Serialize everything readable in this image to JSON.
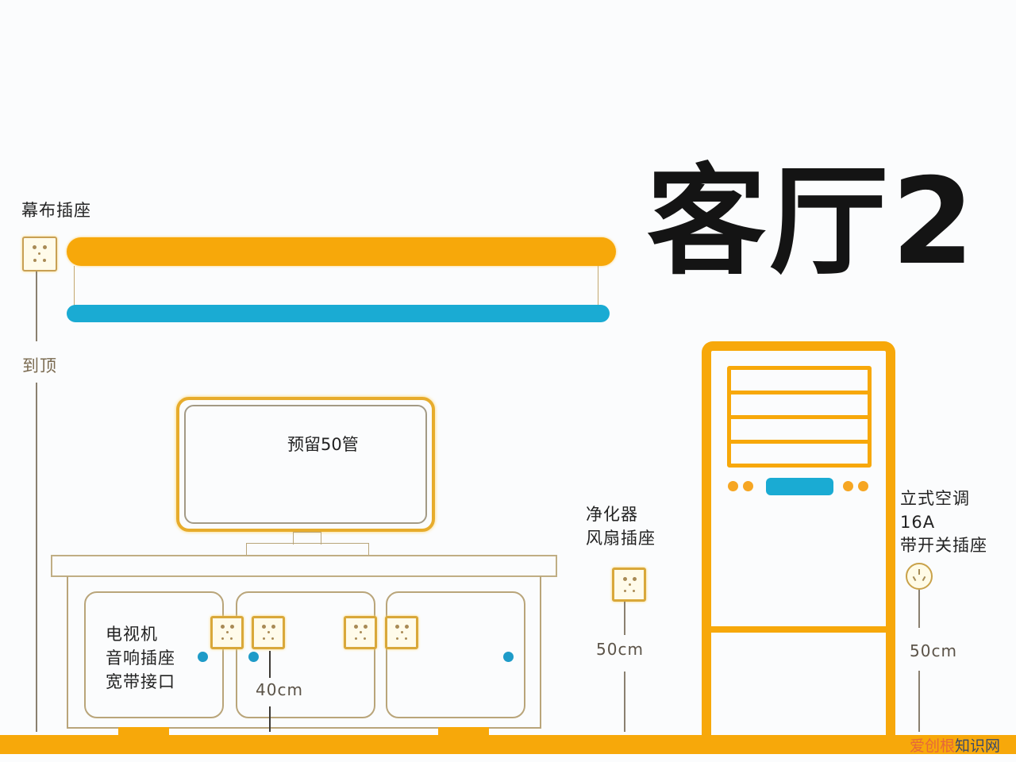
{
  "title": "客厅2",
  "colors": {
    "accent_orange": "#f7a80a",
    "accent_teal": "#1aabd3",
    "outline": "#b9a57a",
    "text": "#1e1e1e",
    "background": "#fbfcfd"
  },
  "screen_socket": {
    "label": "幕布插座",
    "height_label": "到顶",
    "icon": "five-hole-socket"
  },
  "curtain": {
    "top_bar": "orange-rail",
    "bottom_bar": "teal-rail"
  },
  "tv": {
    "label": "预留50管"
  },
  "tv_cabinet": {
    "label_lines": [
      "电视机",
      "音响插座",
      "宽带接口"
    ],
    "height_label": "40cm",
    "sockets": [
      "five-hole-socket",
      "five-hole-socket",
      "five-hole-socket",
      "five-hole-socket"
    ],
    "network_ports": 3
  },
  "purifier_socket": {
    "label_lines": [
      "净化器",
      "风扇插座"
    ],
    "height_label": "50cm",
    "icon": "five-hole-socket"
  },
  "ac_socket": {
    "label_lines": [
      "立式空调",
      "16A",
      "带开关插座"
    ],
    "height_label": "50cm",
    "icon": "three-pin-round-socket"
  },
  "floor_ac": {
    "icon": "standing-air-conditioner"
  },
  "watermark": {
    "part1": "爱创根",
    "part2": "知识网"
  }
}
